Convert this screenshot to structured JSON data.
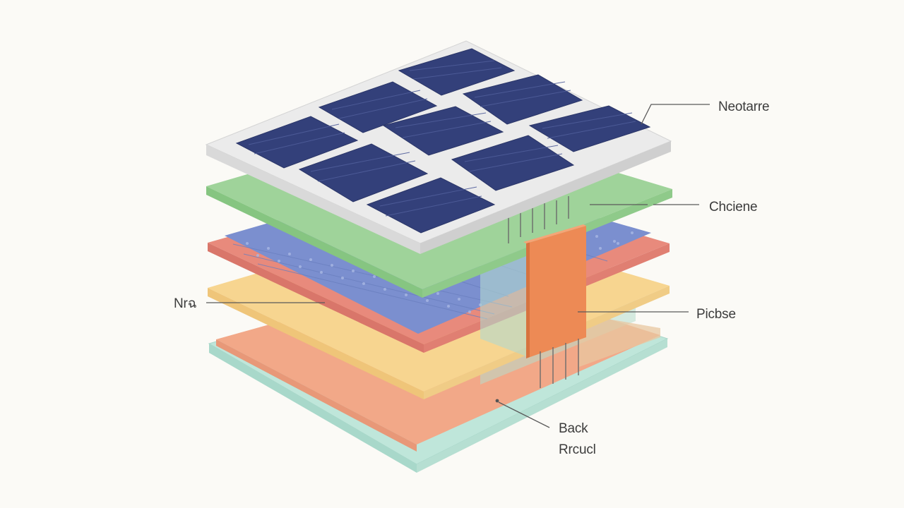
{
  "labels": {
    "top_right": "Neotarre",
    "middle_right": "Chciene",
    "left": "Nrฉ",
    "lower_right": "Picbse",
    "bottom_line1": "Back",
    "bottom_line2": "Rrcucl"
  },
  "layers": [
    {
      "name": "glass-frame",
      "color": "#e6e6e6"
    },
    {
      "name": "solar-cell",
      "color": "#33407a"
    },
    {
      "name": "green-layer",
      "color": "#9fd39a"
    },
    {
      "name": "blue-layer",
      "color": "#7b8fcf"
    },
    {
      "name": "red-layer",
      "color": "#e88a7c"
    },
    {
      "name": "yellow-layer",
      "color": "#f7d590"
    },
    {
      "name": "salmon-layer",
      "color": "#f2a888"
    },
    {
      "name": "mint-base",
      "color": "#bfe6da"
    },
    {
      "name": "junction-box",
      "color": "#ed8a55"
    }
  ]
}
